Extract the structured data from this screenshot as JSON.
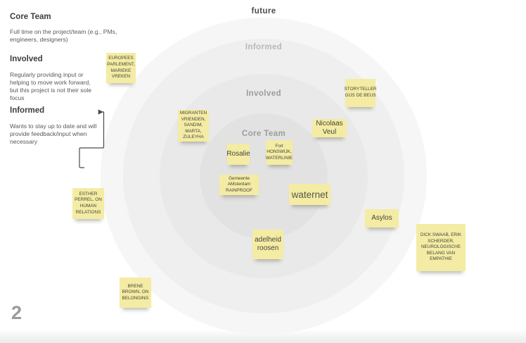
{
  "page": {
    "number": "2"
  },
  "legend": {
    "sections": [
      {
        "heading": "Core Team",
        "body": "Full time on the project/team (e.g., PMs,\nengineers, designers)"
      },
      {
        "heading": "Involved",
        "body": "Regularly providing input or\nhelping to move work forward,\nbut this project is not their sole\nfocus"
      },
      {
        "heading": "Informed",
        "body": "Wants to stay up to date and will\nprovide feedback/input when\nnecessary"
      }
    ]
  },
  "diagram": {
    "rings": [
      {
        "label": "future",
        "label_color": "#4b4b4b",
        "fill": "#f6f6f6"
      },
      {
        "label": "Informed",
        "label_color": "#b8b8b8",
        "fill": "#efefef"
      },
      {
        "label": "Involved",
        "label_color": "#9c9c9c",
        "fill": "#e9e9e9"
      },
      {
        "label": "Core Team",
        "label_color": "#9c9c9c",
        "fill": "#e2e2e2"
      }
    ],
    "sticky_color": "#f4eca4",
    "notes": [
      {
        "text": "EUROPEES\nPARLEMENT,\nMARIEKE\nVREKEN"
      },
      {
        "text": "STORYTELLER\nGIJS DE BEUS"
      },
      {
        "text": "MIGRANTEN\nVRIENDEN,\nSANDIM,\nMARTA,\nZULEYHA"
      },
      {
        "text": "Nicolaas\nVeul"
      },
      {
        "text": "Rosalie"
      },
      {
        "text": "Fort\nHONSWIJK,\nWATERLINIE"
      },
      {
        "text": "Gemeente\nAMsterdam\nRAINPROOF"
      },
      {
        "text": "waternet"
      },
      {
        "text": "Asylos"
      },
      {
        "text": "ESTHER\nPERREL, ON\nHUMAN\nRELATIONS"
      },
      {
        "text": "adelheid\nroosen"
      },
      {
        "text": "DICK SWAAB, ERIK\nSCHERDER,\nNEUROLOGISCHE\nBELANG VAN\nEMPATHIE"
      },
      {
        "text": "BRENE\nBROWN, ON\nBELONGING"
      }
    ]
  }
}
